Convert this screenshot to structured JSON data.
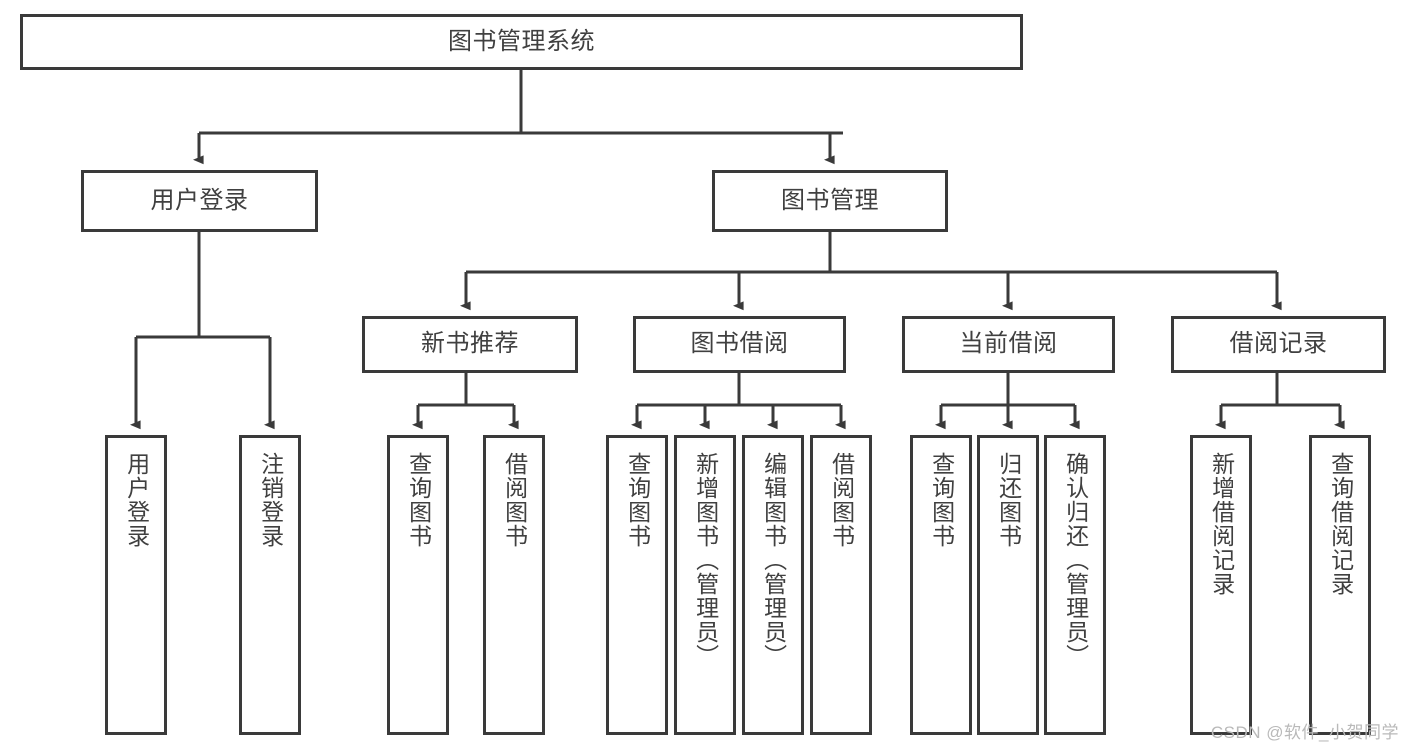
{
  "diagram": {
    "title": "图书管理系统",
    "type": "hierarchy-tree",
    "root": {
      "id": "root",
      "label": "图书管理系统"
    },
    "level2": [
      {
        "id": "user-login",
        "label": "用户登录"
      },
      {
        "id": "book-manage",
        "label": "图书管理"
      }
    ],
    "level3": [
      {
        "id": "new-book-recommend",
        "label": "新书推荐",
        "parent": "book-manage"
      },
      {
        "id": "book-borrow",
        "label": "图书借阅",
        "parent": "book-manage"
      },
      {
        "id": "current-borrow",
        "label": "当前借阅",
        "parent": "book-manage"
      },
      {
        "id": "borrow-record",
        "label": "借阅记录",
        "parent": "book-manage"
      }
    ],
    "leaves": [
      {
        "id": "leaf-user-login",
        "label": "用户登录",
        "parent": "user-login"
      },
      {
        "id": "leaf-user-logout",
        "label": "注销登录",
        "parent": "user-login"
      },
      {
        "id": "leaf-query-book-1",
        "label": "查询图书",
        "parent": "new-book-recommend"
      },
      {
        "id": "leaf-borrow-book-1",
        "label": "借阅图书",
        "parent": "new-book-recommend"
      },
      {
        "id": "leaf-query-book-2",
        "label": "查询图书",
        "parent": "book-borrow"
      },
      {
        "id": "leaf-add-book",
        "label": "新增图书（管理员）",
        "parent": "book-borrow"
      },
      {
        "id": "leaf-edit-book",
        "label": "编辑图书（管理员）",
        "parent": "book-borrow"
      },
      {
        "id": "leaf-borrow-book-2",
        "label": "借阅图书",
        "parent": "book-borrow"
      },
      {
        "id": "leaf-query-book-3",
        "label": "查询图书",
        "parent": "current-borrow"
      },
      {
        "id": "leaf-return-book",
        "label": "归还图书",
        "parent": "current-borrow"
      },
      {
        "id": "leaf-confirm-return",
        "label": "确认归还（管理员）",
        "parent": "current-borrow"
      },
      {
        "id": "leaf-add-record",
        "label": "新增借阅记录",
        "parent": "borrow-record"
      },
      {
        "id": "leaf-query-record",
        "label": "查询借阅记录",
        "parent": "borrow-record"
      }
    ],
    "colors": {
      "border": "#3a3a3a",
      "text": "#404040",
      "background": "#ffffff",
      "watermark": "#b9b9b9"
    }
  },
  "watermark": {
    "text": "CSDN @软件_小贺同学"
  }
}
